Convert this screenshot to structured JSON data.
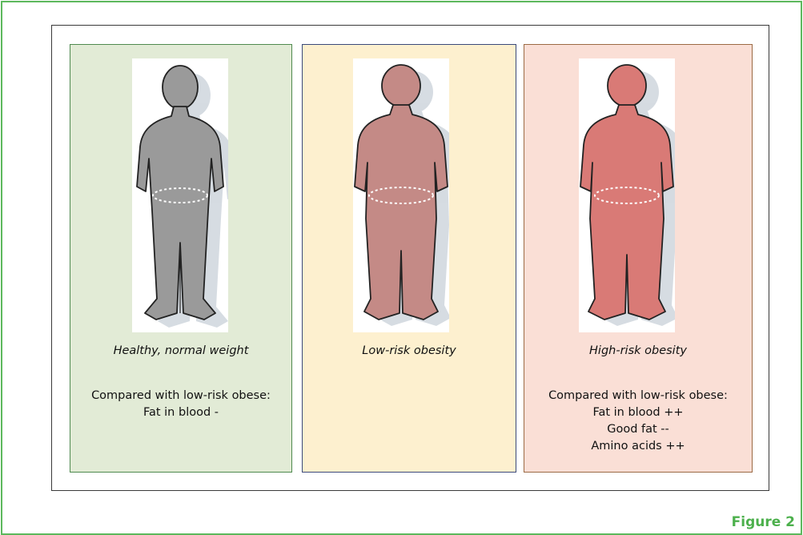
{
  "panels": [
    {
      "caption": "Healthy, normal weight",
      "details": [
        "Compared with low-risk obese:",
        "Fat in blood -"
      ],
      "fill": "#9a9a9a",
      "background": "#e2ebd6",
      "border": "#4f8a4f"
    },
    {
      "caption": "Low-risk obesity",
      "details": [],
      "fill": "#c48a86",
      "background": "#fdf0cf",
      "border": "#3b4a7a"
    },
    {
      "caption": "High-risk obesity",
      "details": [
        "Compared with low-risk obese:",
        "Fat in blood ++",
        "Good fat --",
        "Amino acids ++"
      ],
      "fill": "#d97a76",
      "background": "#fadfd6",
      "border": "#9b6a44"
    }
  ],
  "figure_label": "Figure 2",
  "frame_color": "#5cb85c"
}
